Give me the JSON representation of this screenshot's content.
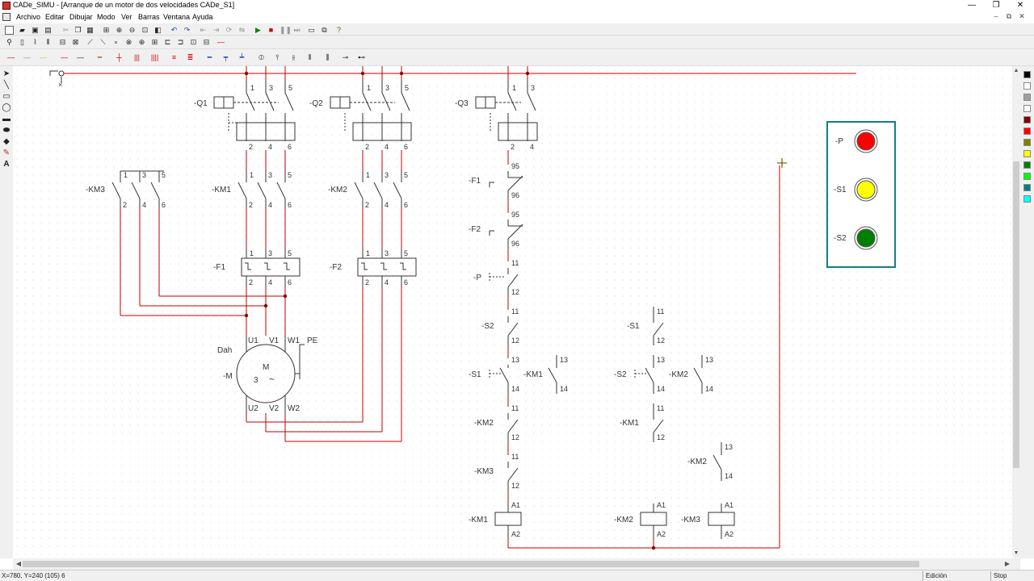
{
  "window": {
    "title": "CADe_SIMU - [Arranque de un motor de dos velocidades CADe_S1]",
    "controls": [
      "—",
      "❐",
      "✕"
    ]
  },
  "menu": {
    "items": [
      "Archivo",
      "Editar",
      "Dibujar",
      "Modo",
      "Ver",
      "Barras",
      "Ventana",
      "Ayuda"
    ],
    "mdi_controls": [
      "–",
      "⧉",
      "✕"
    ]
  },
  "status": {
    "coords": "X=780, Y=240 (105) 6",
    "mode": "Edición",
    "state": "Stop"
  },
  "pilot_panel": {
    "lights": [
      {
        "label": "-P",
        "color": "#ff0000"
      },
      {
        "label": "-S1",
        "color": "#ffff00"
      },
      {
        "label": "-S2",
        "color": "#008000"
      }
    ]
  },
  "colors": {
    "wire": "#c00000",
    "junction": "#8b0000",
    "panel_border": "#108080"
  },
  "palette": [
    "#000000",
    "#ffffff",
    "#a0a0a0",
    "#ffffff",
    "#800000",
    "#ff0000",
    "#808000",
    "#ffff00",
    "#008000",
    "#00ff00",
    "#008080",
    "#00ffff"
  ],
  "labels": {
    "q1": "-Q1",
    "q2": "-Q2",
    "q3": "-Q3",
    "km1": "-KM1",
    "km2": "-KM2",
    "km3": "-KM3",
    "f1": "-F1",
    "f2": "-F2",
    "p": "-P",
    "s1": "-S1",
    "s2": "-S2",
    "motor": "-M",
    "dah": "Dah",
    "m": "M",
    "phase": "3",
    "ac": "~",
    "u1": "U1",
    "v1": "V1",
    "w1": "W1",
    "pe": "PE",
    "u2": "U2",
    "v2": "V2",
    "w2": "W2",
    "t1": "1",
    "t2": "2",
    "t3": "3",
    "t4": "4",
    "t5": "5",
    "t6": "6",
    "t11": "11",
    "t12": "12",
    "t13": "13",
    "t14": "14",
    "t95": "95",
    "t96": "96",
    "a1": "A1",
    "a2": "A2"
  }
}
